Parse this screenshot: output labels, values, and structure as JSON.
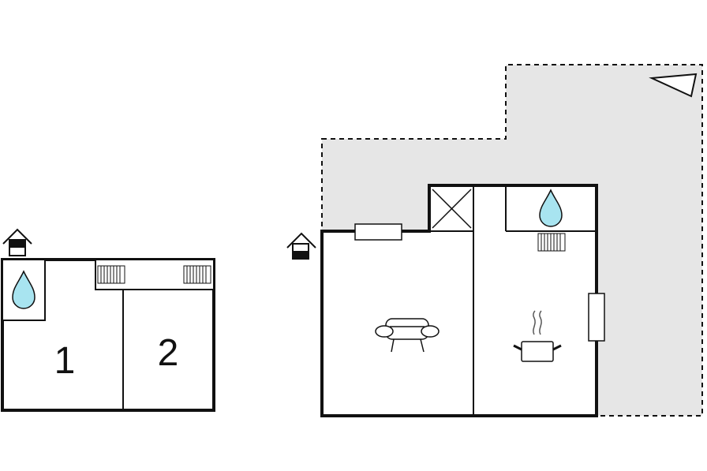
{
  "floor_upper": {
    "rooms": [
      {
        "label": "1",
        "icons": [
          "bathroom-water-drop-icon"
        ]
      },
      {
        "label": "2",
        "icons": []
      }
    ],
    "icons": [
      "entrance-house-icon",
      "radiator-icon",
      "radiator-icon"
    ]
  },
  "floor_ground": {
    "rooms": [
      {
        "label": "",
        "icons": [
          "sofa-icon"
        ]
      },
      {
        "label": "",
        "icons": [
          "stairs-icon"
        ]
      },
      {
        "label": "",
        "icons": [
          "bathroom-water-drop-icon",
          "radiator-icon"
        ]
      },
      {
        "label": "",
        "icons": [
          "kitchen-cooking-pot-icon"
        ]
      }
    ],
    "icons": [
      "entrance-house-icon",
      "window-icon",
      "window-icon",
      "terrace-area",
      "north-arrow-icon"
    ]
  },
  "colors": {
    "wall": "#111111",
    "terrace_fill": "#e6e6e6",
    "water_drop": "#a8e4f0"
  }
}
